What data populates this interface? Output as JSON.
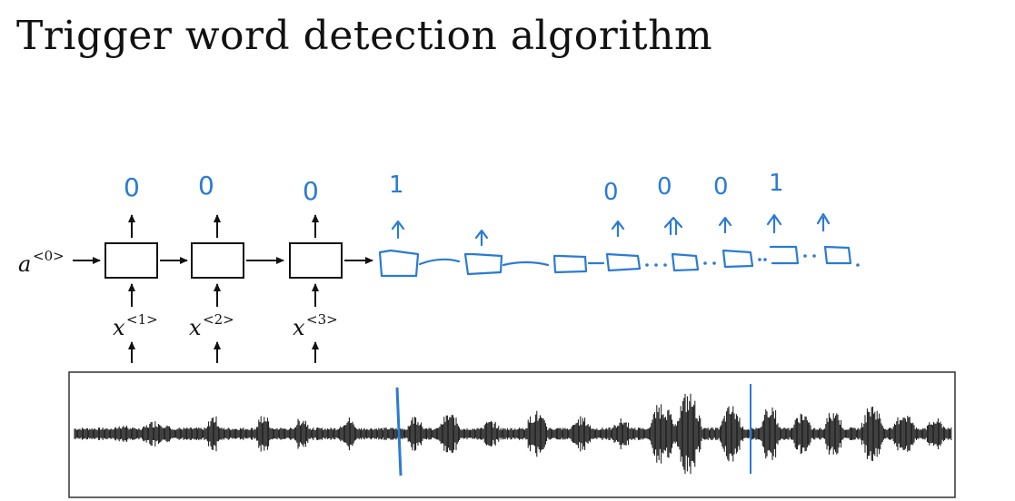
{
  "slide": {
    "title": "Trigger word detection algorithm"
  },
  "rnn": {
    "initial_state": {
      "base": "a",
      "sup": "<0>"
    },
    "inputs": [
      {
        "base": "x",
        "sup": "<1>"
      },
      {
        "base": "x",
        "sup": "<2>"
      },
      {
        "base": "x",
        "sup": "<3>"
      }
    ],
    "typed_outputs": [
      "0",
      "0",
      "0"
    ],
    "handwritten_outputs": [
      "1",
      "0",
      "0",
      "0",
      "1"
    ]
  },
  "colors": {
    "ink": "#111111",
    "pen": "#2a7bd4"
  },
  "icons": [
    "arrow-right-icon",
    "arrow-up-icon",
    "rnn-cell-box"
  ]
}
